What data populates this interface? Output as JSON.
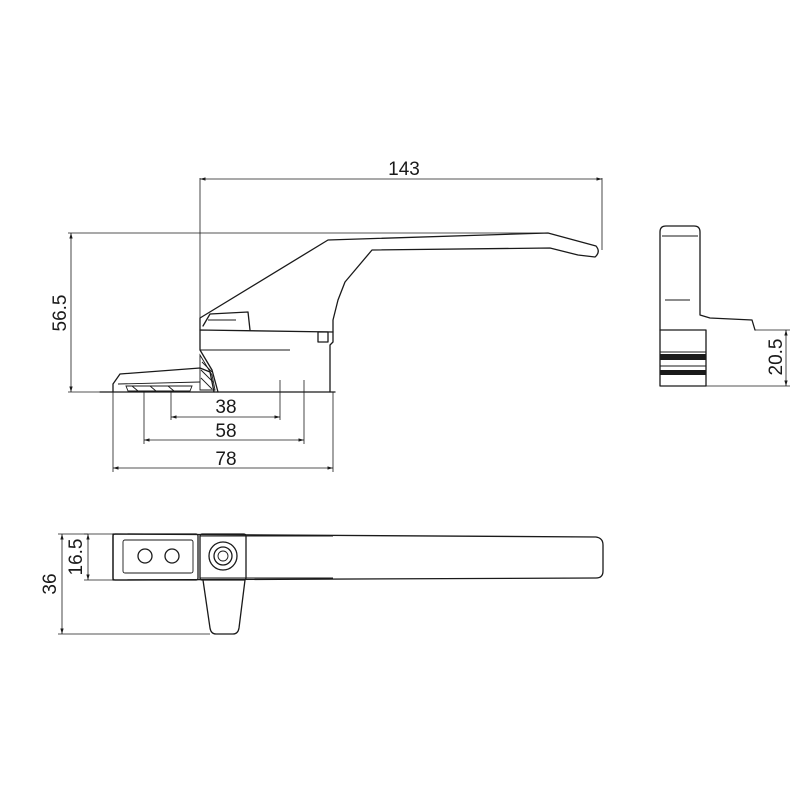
{
  "dimensions": {
    "overall_length": "143",
    "height": "56.5",
    "side_height": "20.5",
    "hole_spacing_38": "38",
    "hole_spacing_58": "58",
    "base_length": "78",
    "base_width": "16.5",
    "overall_width": "36"
  }
}
